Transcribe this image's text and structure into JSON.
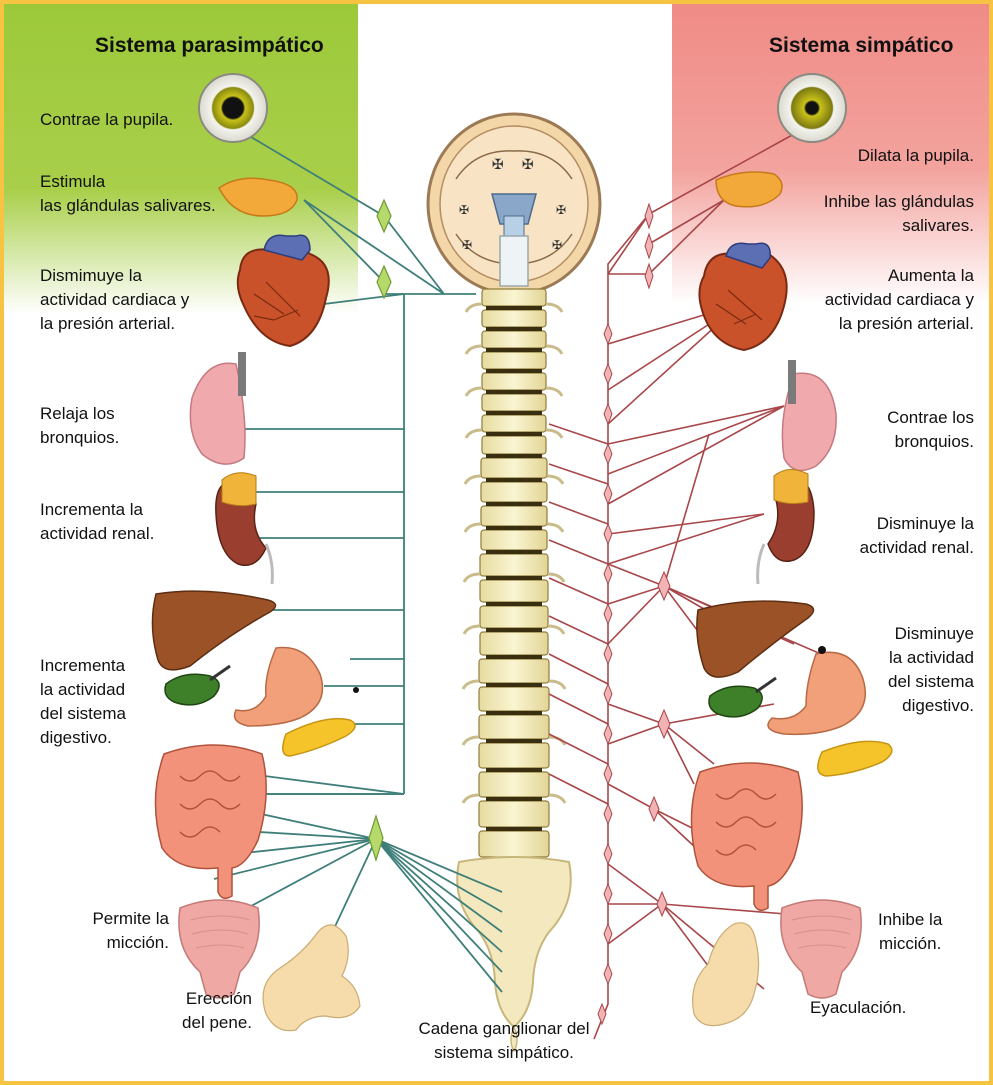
{
  "titles": {
    "left": "Sistema parasimpático",
    "right": "Sistema simpático"
  },
  "parasympathetic": {
    "pupil": "Contrae la pupila.",
    "salivary_1": "Estimula",
    "salivary_2": "las glándulas salivares.",
    "heart_1": "Dismimuye la",
    "heart_2": "actividad cardiaca y",
    "heart_3": "la presión arterial.",
    "bronchi_1": "Relaja los",
    "bronchi_2": "bronquios.",
    "renal_1": "Incrementa la",
    "renal_2": "actividad renal.",
    "digest_1": "Incrementa",
    "digest_2": "la actividad",
    "digest_3": "del sistema",
    "digest_4": "digestivo.",
    "micturition_1": "Permite la",
    "micturition_2": "micción.",
    "erection_1": "Erección",
    "erection_2": "del pene."
  },
  "sympathetic": {
    "pupil": "Dilata la pupila.",
    "salivary_1": "Inhibe las glándulas",
    "salivary_2": "salivares.",
    "heart_1": "Aumenta la",
    "heart_2": "actividad cardiaca y",
    "heart_3": "la presión arterial.",
    "bronchi_1": "Contrae los",
    "bronchi_2": "bronquios.",
    "renal_1": "Disminuye la",
    "renal_2": "actividad renal.",
    "digest_1": "Disminuye",
    "digest_2": "la actividad",
    "digest_3": "del sistema",
    "digest_4": "digestivo.",
    "micturition_1": "Inhibe la",
    "micturition_2": "micción.",
    "ejaculation": "Eyaculación."
  },
  "chain": {
    "line_1": "Cadena ganglionar del",
    "line_2": "sistema simpático."
  },
  "colors": {
    "border": "#f6c342",
    "parasympathetic_nerve": "#3f7f7a",
    "sympathetic_nerve": "#a8474a",
    "green_ganglion": "#b5d96a",
    "pink_ganglion": "#f2b3b5"
  }
}
